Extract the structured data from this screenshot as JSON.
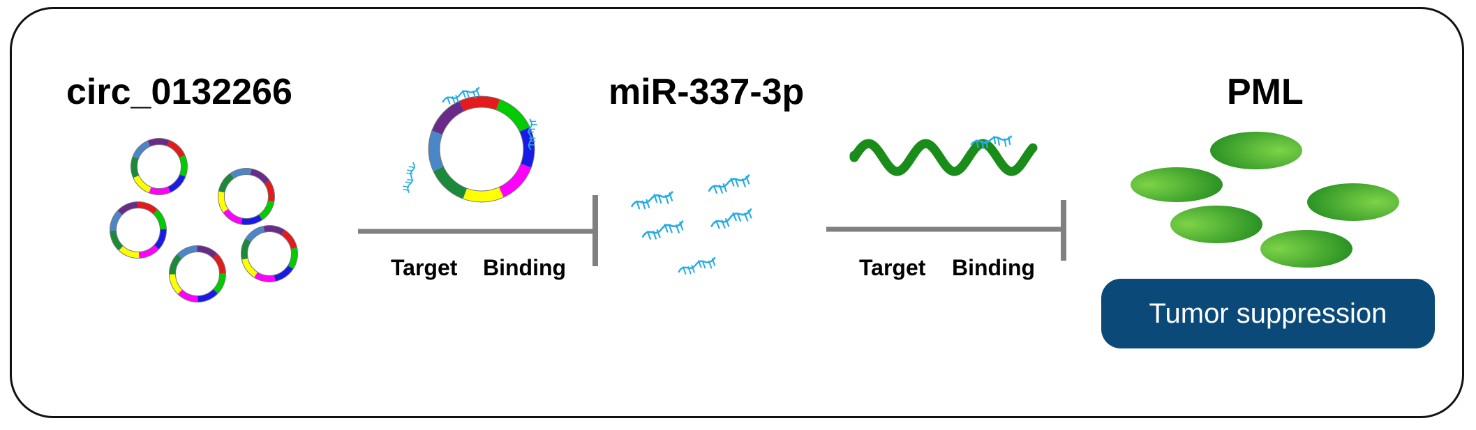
{
  "labels": {
    "circ": "circ_0132266",
    "mir": "miR-337-3p",
    "pml": "PML",
    "target_1": "Target",
    "binding_1": "Binding",
    "target_2": "Target",
    "binding_2": "Binding",
    "tumor": "Tumor suppression"
  },
  "colors": {
    "border": "#111111",
    "inhibit_line": "#808080",
    "mirna": "#29abe2",
    "mrna": "#1a8c1a",
    "ellipse_light": "#7ed348",
    "ellipse_dark": "#1f8a1f",
    "tumor_box": "#0b4a78",
    "circ_segments": [
      "#e41a1c",
      "#00cc00",
      "#1a1ae6",
      "#ff00ff",
      "#ffff00",
      "#1a8a3a",
      "#4a86c8",
      "#6a2a8a"
    ]
  },
  "icons": [
    "circrna-icon",
    "mirna-icon",
    "mrna-icon",
    "protein-icon",
    "inhibition-arrow-icon"
  ]
}
